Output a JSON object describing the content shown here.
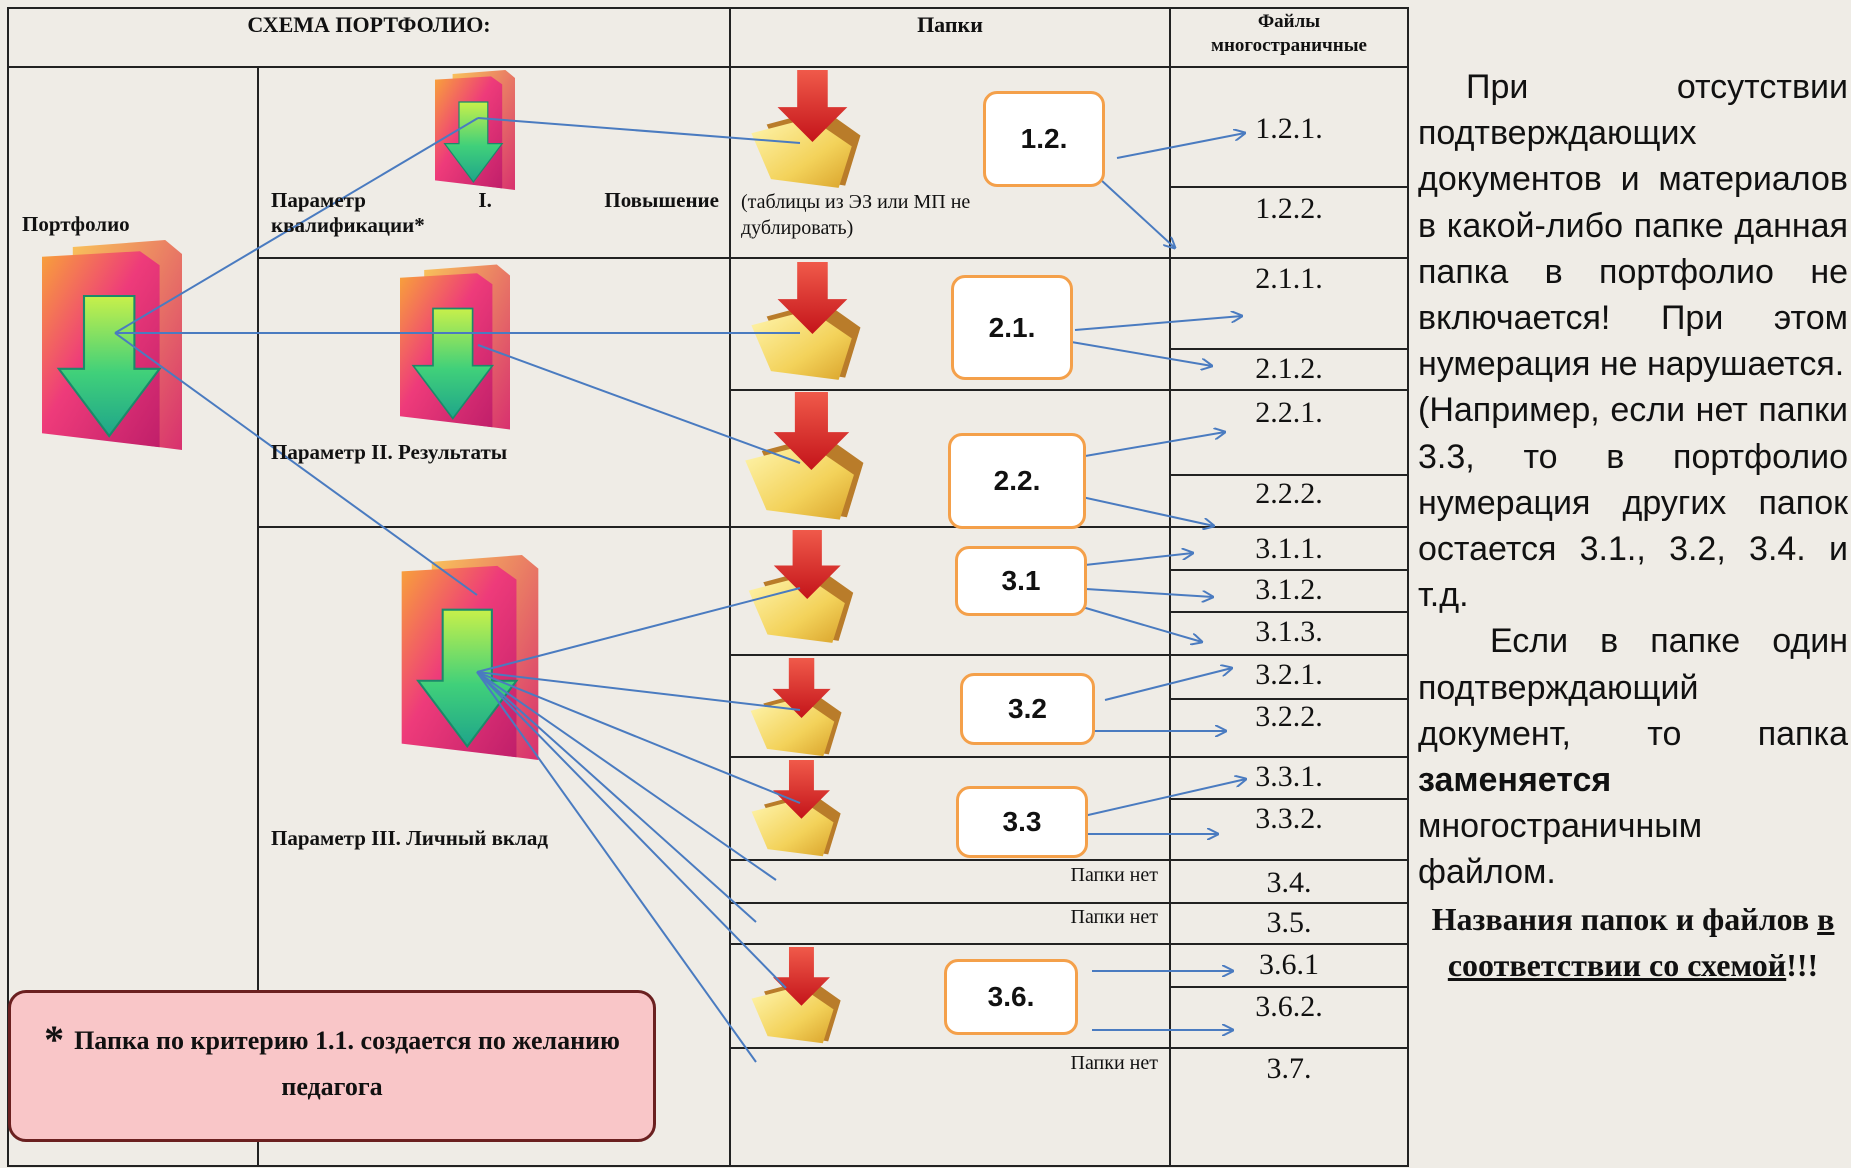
{
  "headers": {
    "schema": "СХЕМА ПОРТФОЛИО:",
    "folders": "Папки",
    "files_line1": "Файлы",
    "files_line2": "многостраничные"
  },
  "portfolio_label": "Портфолио",
  "params": {
    "p1_word1": "Параметр",
    "p1_word2": "I.",
    "p1_word3": "Повышение",
    "p1_line2": "квалификации*",
    "p2": "Параметр II. Результаты",
    "p3": "Параметр III.  Личный вклад"
  },
  "folder_note": "(таблицы из ЭЗ или МП не дублировать)",
  "no_folder": "Папки нет",
  "badges": [
    "1.2.",
    "2.1.",
    "2.2.",
    "3.1",
    "3.2",
    "3.3",
    "3.6."
  ],
  "files": [
    "1.2.1.",
    "1.2.2.",
    "2.1.1.",
    "2.1.2.",
    "2.2.1.",
    "2.2.2.",
    "3.1.1.",
    "3.1.2.",
    "3.1.3.",
    "3.2.1.",
    "3.2.2.",
    "3.3.1.",
    "3.3.2.",
    "3.4.",
    "3.5.",
    "3.6.1",
    "3.6.2.",
    "3.7."
  ],
  "side": {
    "p1": "При отсутствии подтверждающих документов и материалов в какой-либо папке данная папка в портфолио не включается! При этом нумерация не нарушается.",
    "p2": "(Например, если нет папки 3.3, то в портфолио нумерация других папок остается 3.1., 3.2, 3.4. и т.д.",
    "p3a": "Если в папке один подтверждающий документ, то папка ",
    "p3b": "заменяется",
    "p3c": " многостраничным файлом.",
    "p4a": "Названия папок и файлов ",
    "p4b": "в соответствии со схемой",
    "p4c": "!!!"
  },
  "note": "Папка по критерию 1.1. создается по желанию педагога",
  "note_star": "*",
  "colors": {
    "line": "#4a7bc0",
    "badge_border": "#f4a04a",
    "note_bg": "#f9c6c8",
    "note_border": "#6b2020"
  }
}
